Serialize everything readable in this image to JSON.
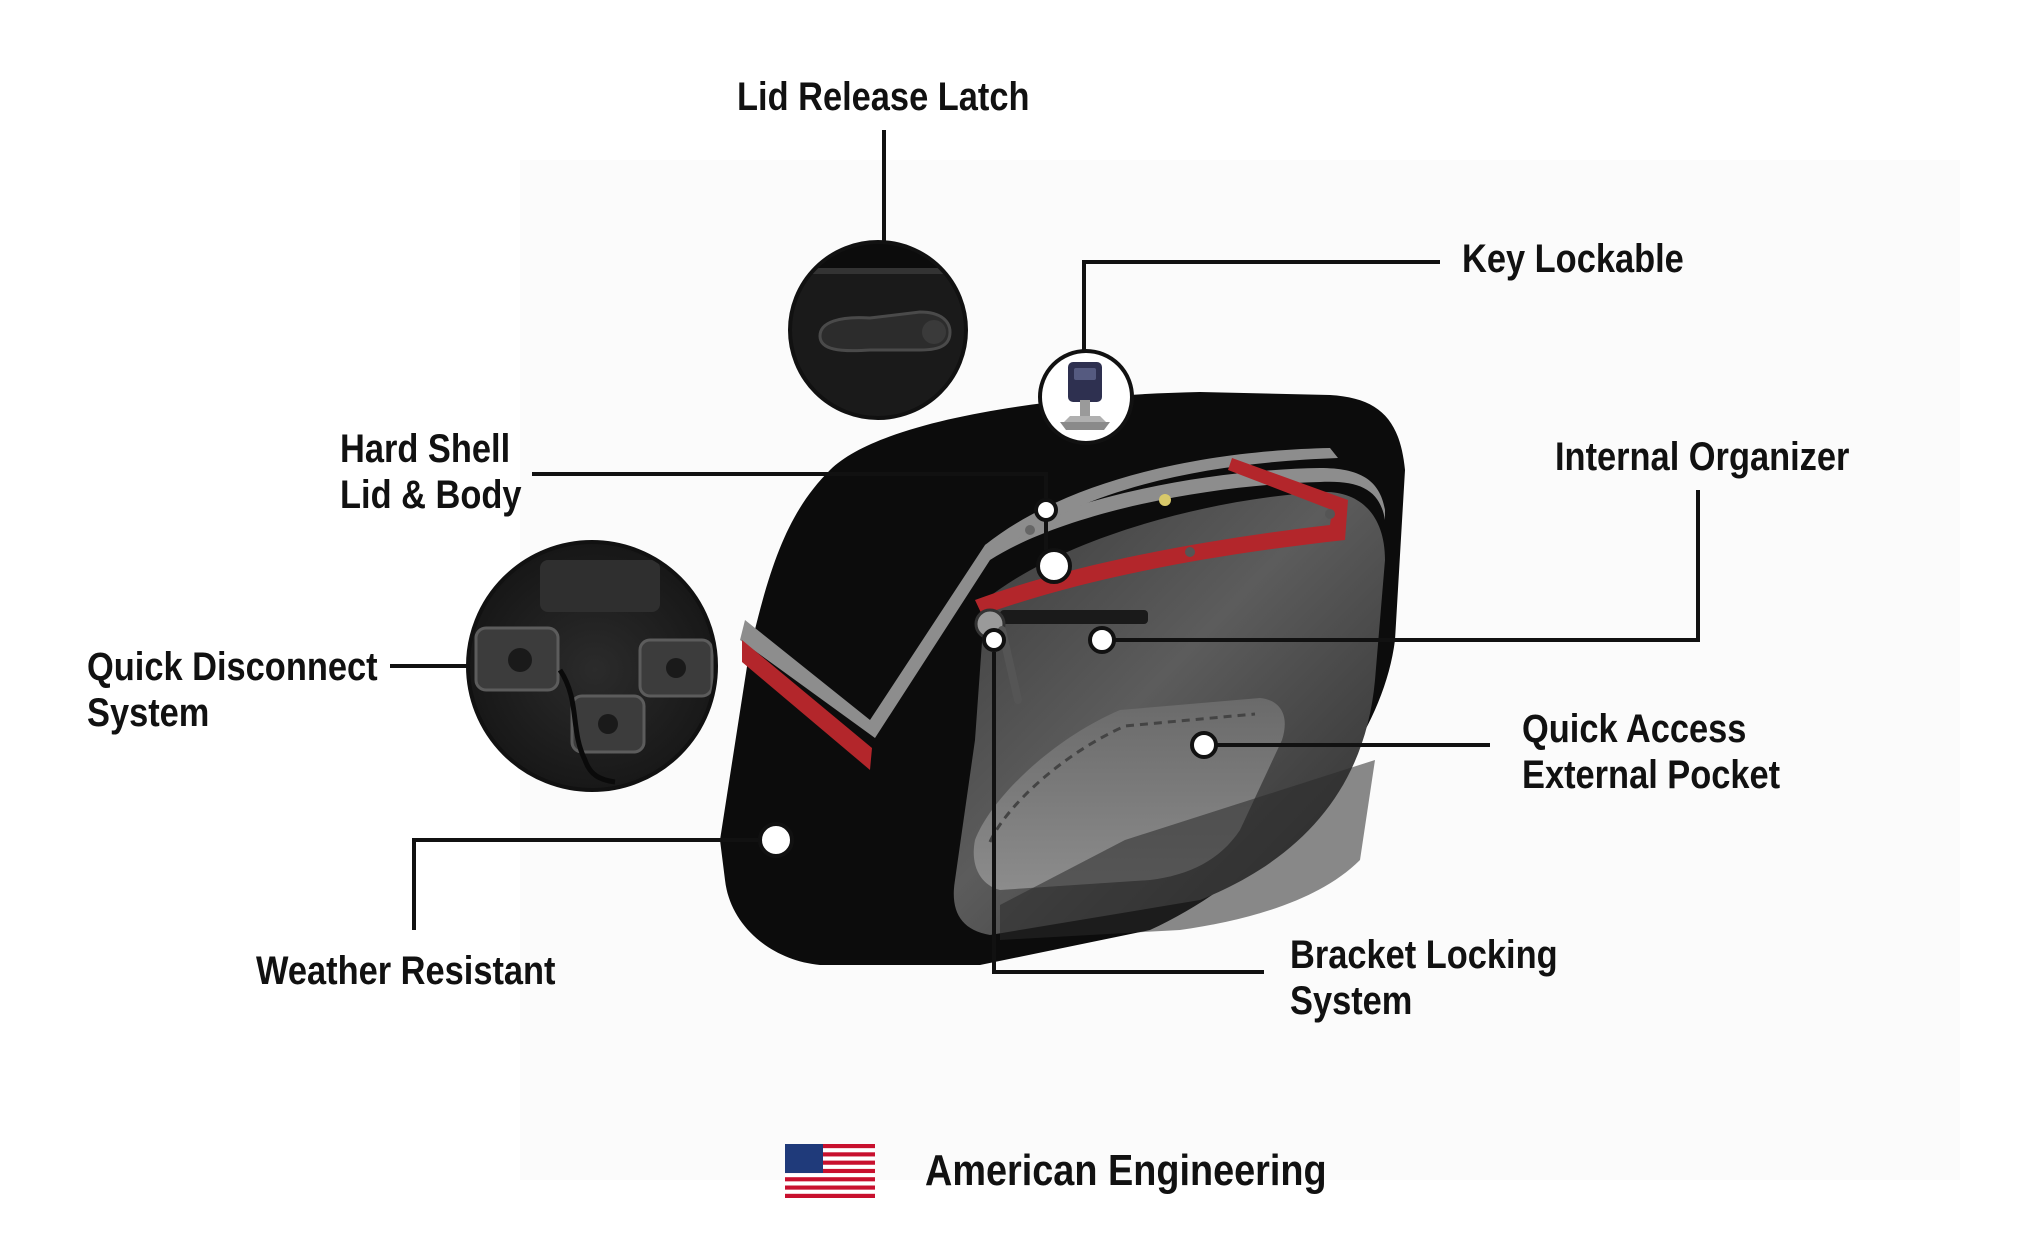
{
  "callouts": {
    "lid_release_latch": {
      "label": "Lid Release Latch"
    },
    "key_lockable": {
      "label": "Key Lockable"
    },
    "hard_shell": {
      "line1": "Hard Shell",
      "line2": "Lid & Body"
    },
    "internal_organizer": {
      "label": "Internal Organizer"
    },
    "quick_disconnect": {
      "line1": "Quick Disconnect",
      "line2": "System"
    },
    "quick_access": {
      "line1": "Quick Access",
      "line2": "External Pocket"
    },
    "weather_resistant": {
      "label": "Weather Resistant"
    },
    "bracket_locking": {
      "line1": "Bracket Locking",
      "line2": "System"
    }
  },
  "footer": {
    "text": "American Engineering",
    "flag_icon": "us-flag-icon"
  },
  "colors": {
    "text": "#111111",
    "shell": "#0d0d0d",
    "trim_gray": "#8a8a8a",
    "trim_red": "#b3262b",
    "leader": "#111111"
  }
}
